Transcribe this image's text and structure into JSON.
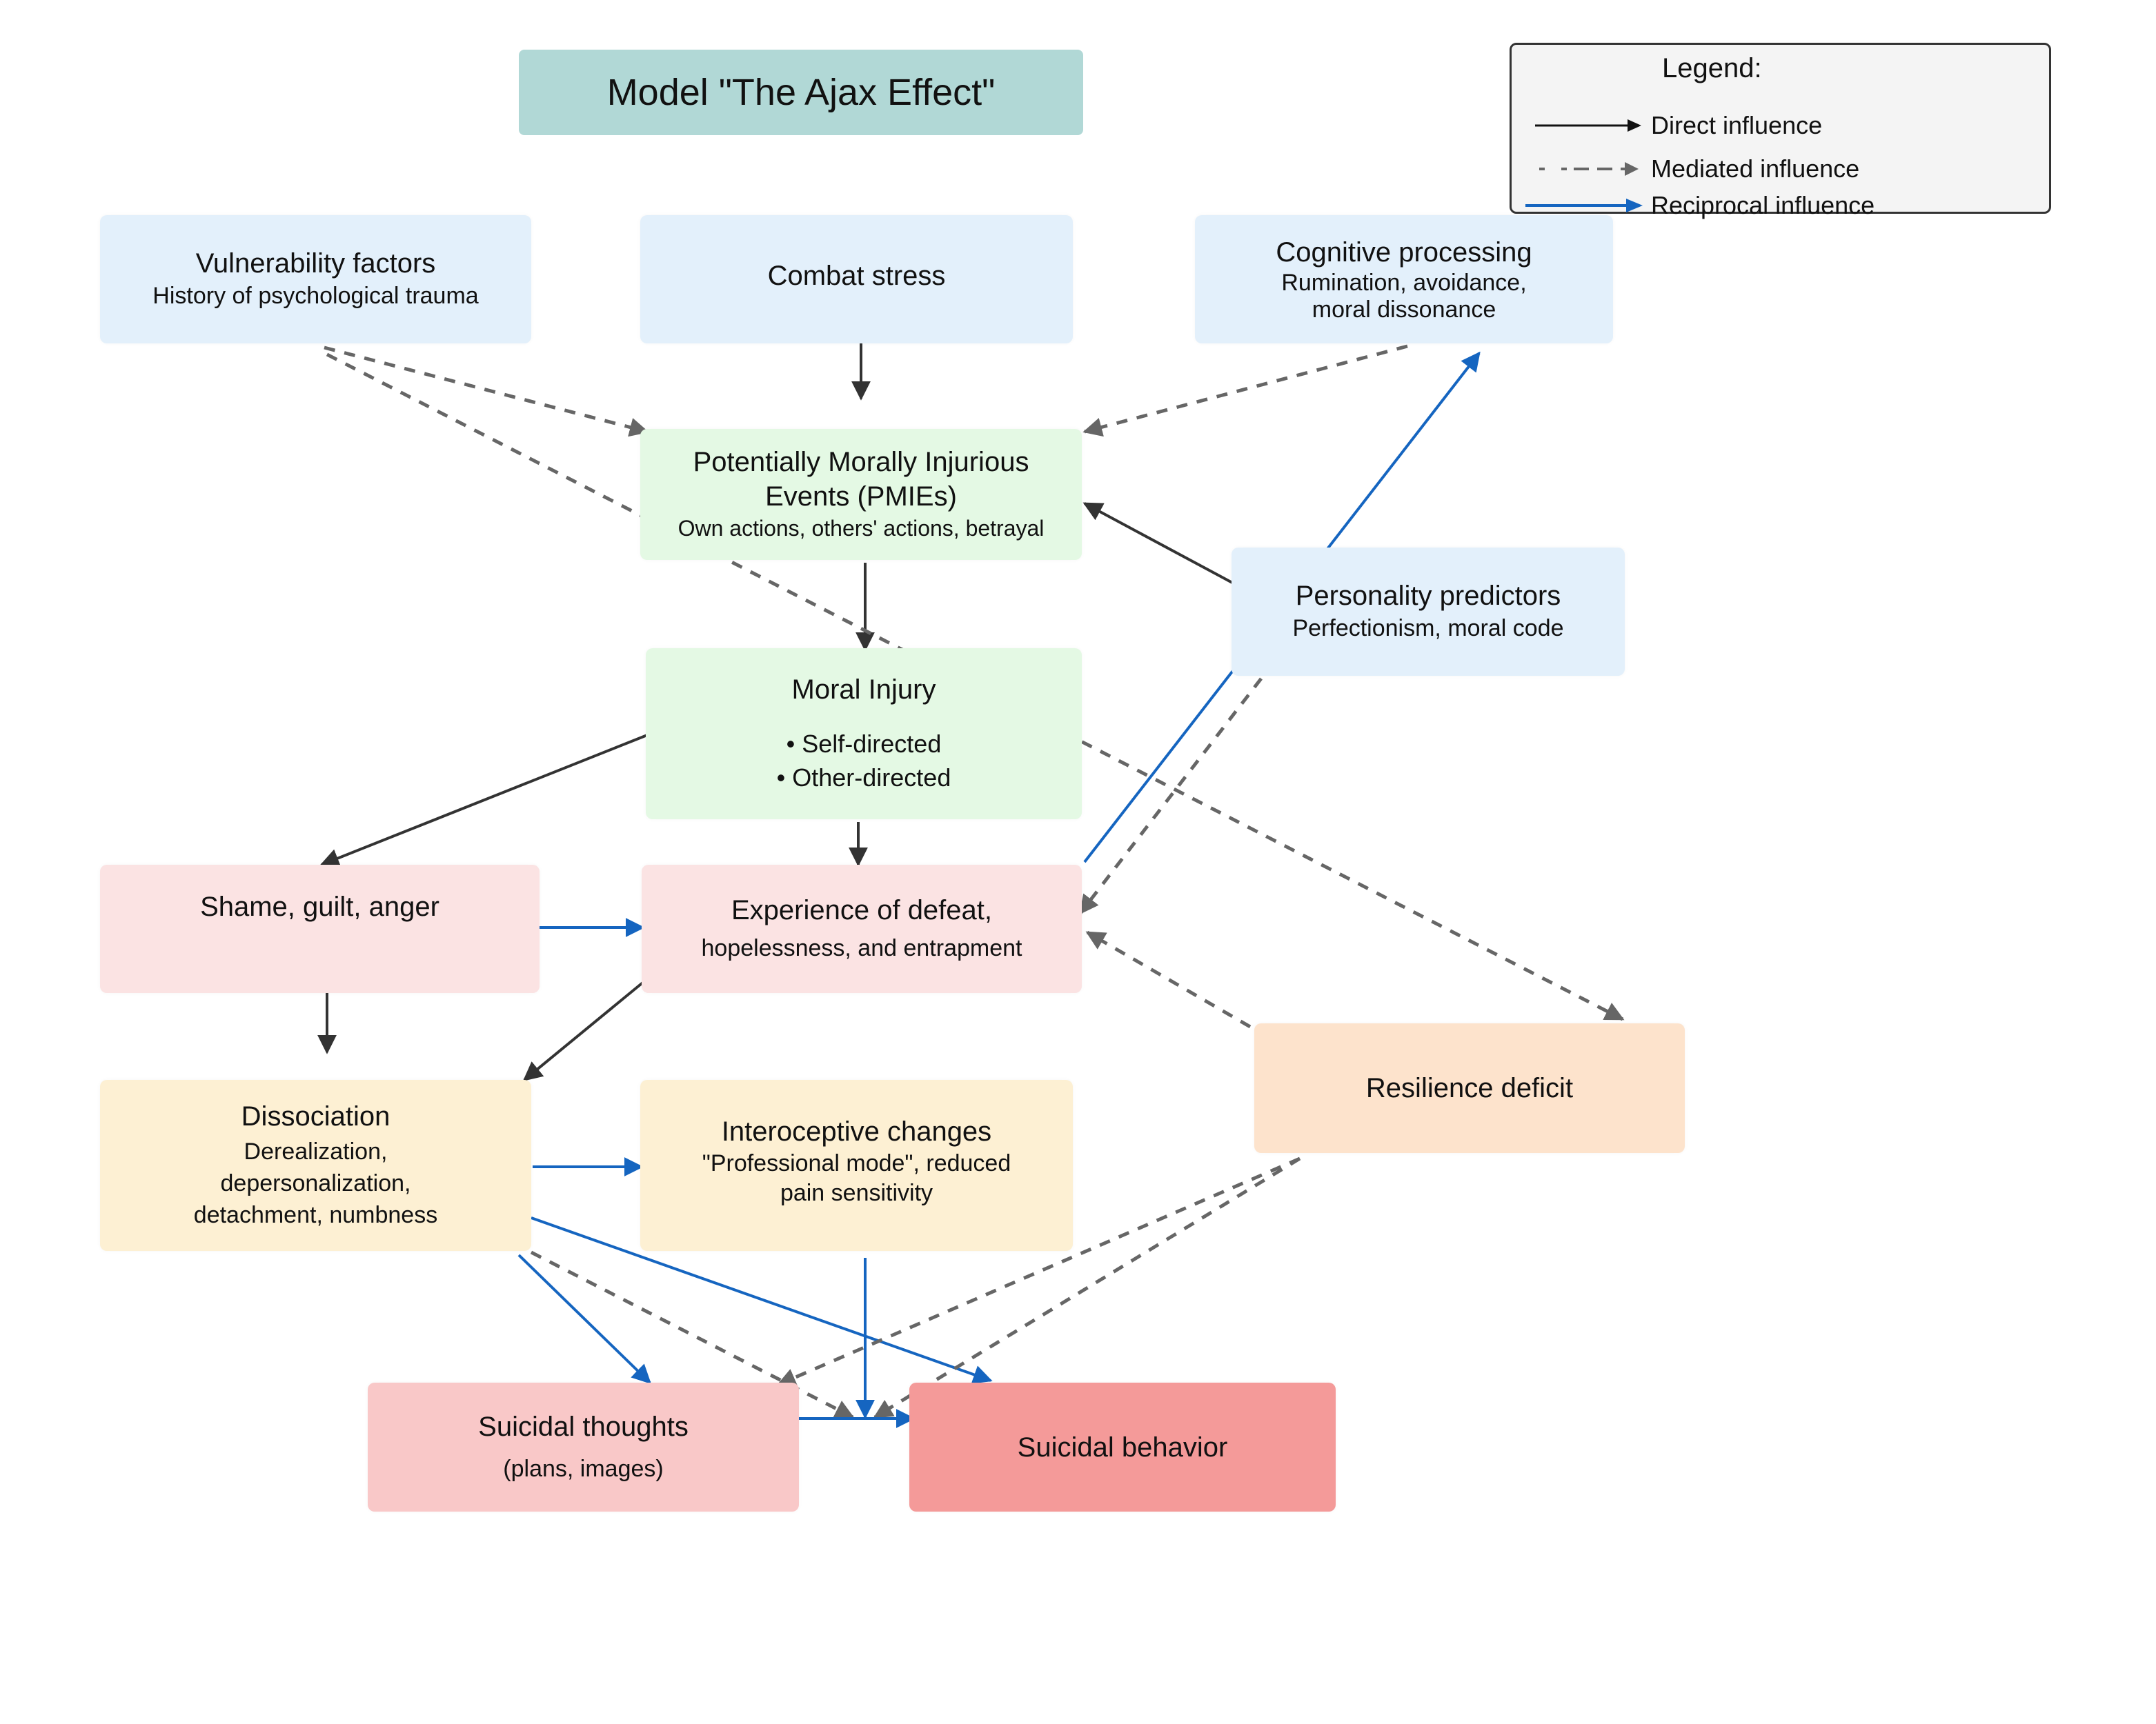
{
  "title": "Model \"The Ajax Effect\"",
  "legend": {
    "heading": "Legend:",
    "items": [
      {
        "label": "Direct influence",
        "style": "solid",
        "color": "#111111"
      },
      {
        "label": "Mediated influence",
        "style": "dashed",
        "color": "#666666"
      },
      {
        "label": "Reciprocal influence",
        "style": "solid",
        "color": "#1565c0"
      }
    ]
  },
  "colors": {
    "direct": "#333333",
    "mediated": "#666666",
    "reciprocal": "#1565c0"
  },
  "nodes": {
    "vulnerability": {
      "title": "Vulnerability factors",
      "subtitle": "History of psychological trauma"
    },
    "combat": {
      "title": "Combat stress"
    },
    "cognitive": {
      "title": "Cognitive processing",
      "subtitle": "Rumination,  avoidance,",
      "subtitle2": "moral dissonance"
    },
    "pmie": {
      "title": "Potentially Morally Injurious",
      "title2": "Events (PMIEs)",
      "subtitle": "Own actions,  others' actions, betrayal"
    },
    "personality": {
      "title": "Personality predictors",
      "subtitle": "Perfectionism,  moral code"
    },
    "moral_injury": {
      "title": "Moral Injury",
      "bullets": [
        "• Self-directed",
        "• Other-directed"
      ]
    },
    "shame": {
      "title": "Shame,  guilt,  anger"
    },
    "defeat": {
      "title": "Experience of defeat,",
      "subtitle": "hopelessness,  and entrapment"
    },
    "resilience": {
      "title": "Resilience deficit"
    },
    "dissociation": {
      "title": "Dissociation",
      "lines": [
        "Derealization,",
        "depersonalization,",
        "detachment,  numbness"
      ]
    },
    "interoceptive": {
      "title": "Interoceptive changes",
      "lines": [
        "\"Professional mode\",  reduced",
        "pain sensitivity"
      ]
    },
    "thoughts": {
      "title": "Suicidal thoughts",
      "subtitle": "(plans,  images)"
    },
    "behavior": {
      "title": "Suicidal behavior"
    }
  },
  "edges": [
    {
      "from": "combat",
      "to": "pmie",
      "type": "direct"
    },
    {
      "from": "vulnerability",
      "to": "pmie",
      "type": "mediated"
    },
    {
      "from": "cognitive",
      "to": "pmie",
      "type": "mediated"
    },
    {
      "from": "personality",
      "to": "pmie",
      "type": "direct"
    },
    {
      "from": "pmie",
      "to": "moral_injury",
      "type": "direct"
    },
    {
      "from": "vulnerability",
      "to": "resilience",
      "type": "mediated"
    },
    {
      "from": "defeat",
      "to": "cognitive",
      "type": "reciprocal"
    },
    {
      "from": "personality",
      "to": "defeat",
      "type": "mediated"
    },
    {
      "from": "moral_injury",
      "to": "shame",
      "type": "direct"
    },
    {
      "from": "moral_injury",
      "to": "defeat",
      "type": "direct"
    },
    {
      "from": "shame",
      "to": "defeat",
      "type": "reciprocal"
    },
    {
      "from": "shame",
      "to": "dissociation",
      "type": "direct"
    },
    {
      "from": "defeat",
      "to": "dissociation",
      "type": "direct"
    },
    {
      "from": "resilience",
      "to": "defeat",
      "type": "mediated"
    },
    {
      "from": "dissociation",
      "to": "interoceptive",
      "type": "reciprocal"
    },
    {
      "from": "dissociation",
      "to": "thoughts",
      "type": "reciprocal"
    },
    {
      "from": "dissociation",
      "to": "behavior",
      "type": "reciprocal"
    },
    {
      "from": "dissociation",
      "to": "behavior",
      "type": "mediated"
    },
    {
      "from": "interoceptive",
      "to": "behavior",
      "type": "reciprocal"
    },
    {
      "from": "resilience",
      "to": "thoughts",
      "type": "mediated"
    },
    {
      "from": "resilience",
      "to": "behavior",
      "type": "mediated"
    },
    {
      "from": "thoughts",
      "to": "behavior",
      "type": "reciprocal"
    }
  ]
}
